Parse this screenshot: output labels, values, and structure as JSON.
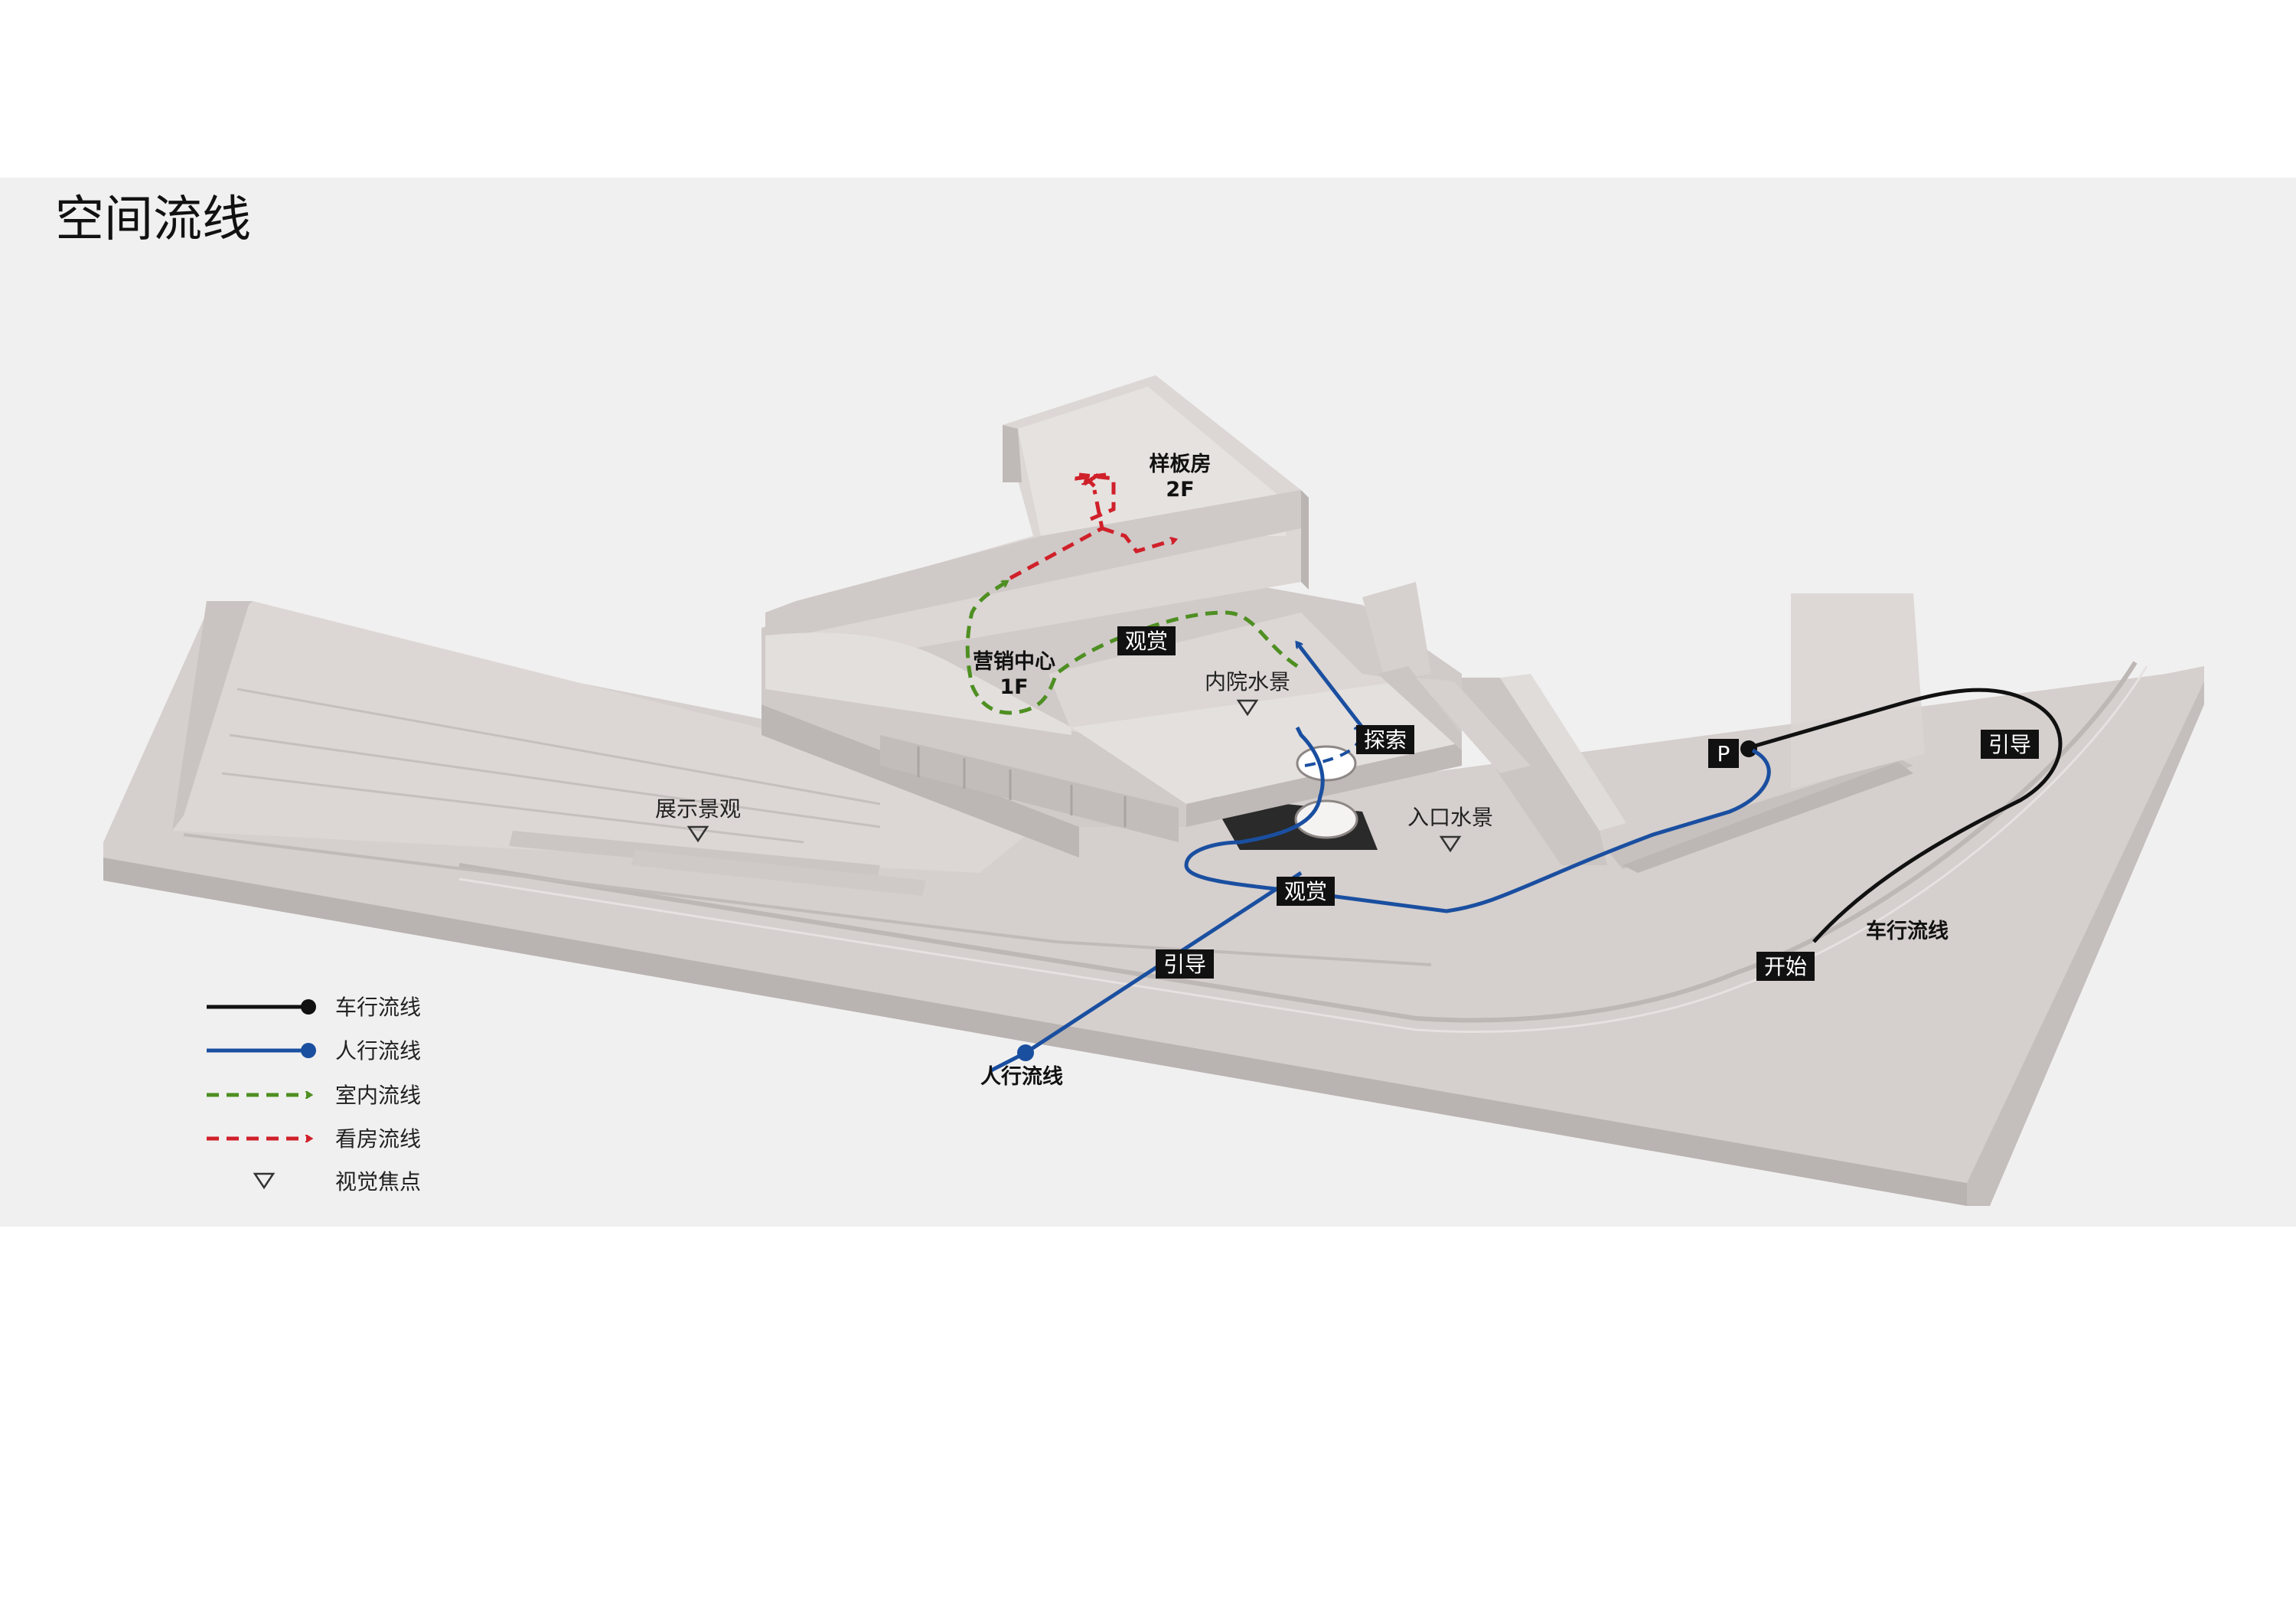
{
  "title": "空间流线",
  "areas": {
    "model_room": "样板房",
    "model_room_floor": "2F",
    "sales_center": "营销中心",
    "sales_center_floor": "1F"
  },
  "focal_points": {
    "inner_court": "内院水景",
    "exhibition": "展示景观",
    "entrance": "入口水景"
  },
  "path_tags": {
    "view_indoor": "观赏",
    "explore": "探索",
    "view_pedestrian": "观赏",
    "guide_pedestrian": "引导",
    "guide_vehicle": "引导",
    "start": "开始",
    "parking": "P"
  },
  "path_labels": {
    "pedestrian": "人行流线",
    "vehicle": "车行流线"
  },
  "legend": [
    {
      "key": "vehicle",
      "label": "车行流线",
      "color": "#111111",
      "style": "solid-dot"
    },
    {
      "key": "pedestrian",
      "label": "人行流线",
      "color": "#1a4fa0",
      "style": "solid-dot"
    },
    {
      "key": "indoor",
      "label": "室内流线",
      "color": "#4e8f22",
      "style": "dashed-arrow"
    },
    {
      "key": "viewing",
      "label": "看房流线",
      "color": "#d0202a",
      "style": "dashed-arrow"
    },
    {
      "key": "focus",
      "label": "视觉焦点",
      "color": "#333333",
      "style": "triangle"
    }
  ],
  "colors": {
    "vehicle": "#111111",
    "pedestrian": "#1a4fa0",
    "indoor": "#4e8f22",
    "viewing": "#d0202a",
    "model_base": "#d6d1cf",
    "model_top": "#e2dedc",
    "model_side": "#c6c0be"
  }
}
